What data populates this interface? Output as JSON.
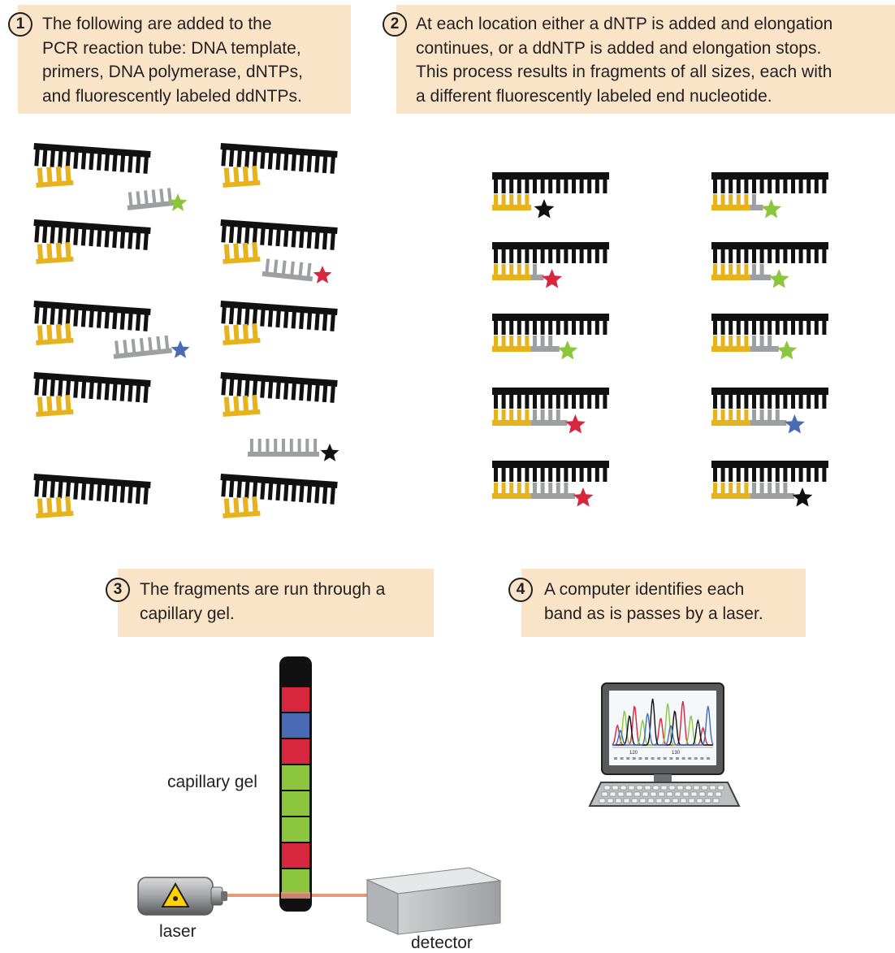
{
  "steps": [
    {
      "number": "1",
      "text": [
        "The following are added to the",
        "PCR reaction tube: DNA template,",
        "primers, DNA polymerase, dNTPs,",
        "and fluorescently labeled ddNTPs."
      ]
    },
    {
      "number": "2",
      "text": [
        "At each location either a dNTP is added and elongation",
        "continues, or a ddNTP is added and elongation stops.",
        "This process results in fragments of all sizes, each with",
        "a different fluorescently labeled end nucleotide."
      ]
    },
    {
      "number": "3",
      "text": [
        "The fragments are run through a",
        "capillary gel."
      ]
    },
    {
      "number": "4",
      "text": [
        "A computer identifies each",
        "band as is passes by a laser."
      ]
    }
  ],
  "labels": {
    "capillary_gel": "capillary gel",
    "laser": "laser",
    "detector": "detector"
  },
  "monitor_ticks": [
    "120",
    "130"
  ],
  "colors": {
    "template": "#111111",
    "primer": "#e6b21e",
    "extension": "#9d9fa2",
    "green": "#8cc63f",
    "red": "#d7263d",
    "blue": "#4a6ab5",
    "black": "#111111",
    "box_fill": "#f9e4c7",
    "laser_beam": "#e69a7a"
  },
  "gel_bands": [
    "red",
    "blue",
    "red",
    "green",
    "green",
    "green",
    "red",
    "green"
  ],
  "step2_fragments": [
    {
      "extension_bases": 0,
      "star": "black"
    },
    {
      "extension_bases": 1,
      "star": "green"
    },
    {
      "extension_bases": 1,
      "star": "red"
    },
    {
      "extension_bases": 2,
      "star": "green"
    },
    {
      "extension_bases": 3,
      "star": "green"
    },
    {
      "extension_bases": 3,
      "star": "green"
    },
    {
      "extension_bases": 4,
      "star": "red"
    },
    {
      "extension_bases": 4,
      "star": "blue"
    },
    {
      "extension_bases": 5,
      "star": "red"
    },
    {
      "extension_bases": 5,
      "star": "black"
    }
  ],
  "step1_loose_ddntps": [
    "green",
    "red",
    "blue",
    "black"
  ]
}
